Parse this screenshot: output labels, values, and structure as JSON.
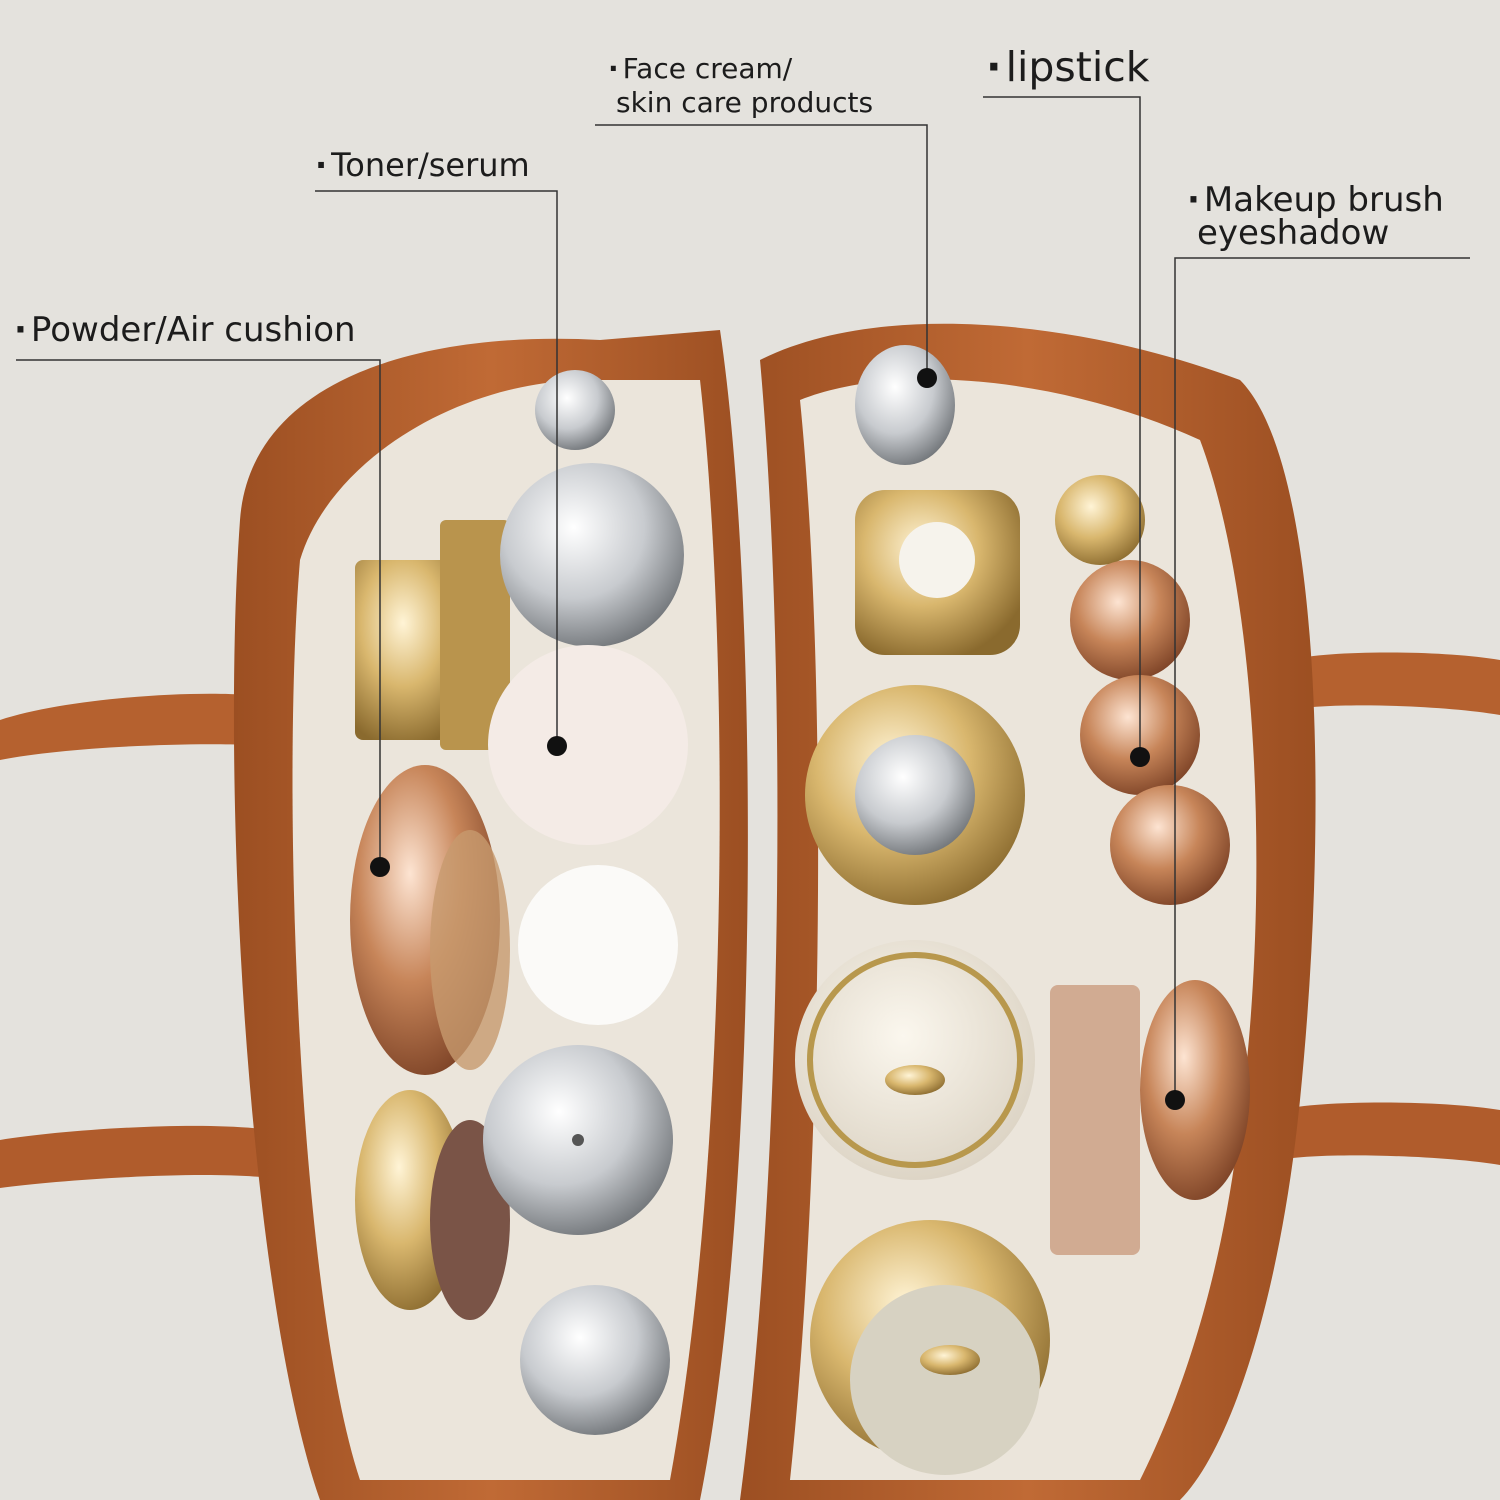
{
  "callouts": {
    "face_cream": {
      "line1": "Face cream/",
      "line2": "skin care products"
    },
    "lipstick": {
      "text": "lipstick"
    },
    "toner": {
      "text": "Toner/serum"
    },
    "makeup_brush": {
      "line1": "Makeup brush",
      "line2": "eyeshadow"
    },
    "powder": {
      "text": "Powder/Air cushion"
    }
  },
  "colors": {
    "background": "#e4e2dd",
    "bag_leather": "#b8622f",
    "bag_shadow": "#8f4820",
    "lining": "#ece7df",
    "gold": "#d6b774",
    "rose_gold": "#c88a62",
    "silver": "#cfd2d6",
    "callout_line": "#333333"
  }
}
